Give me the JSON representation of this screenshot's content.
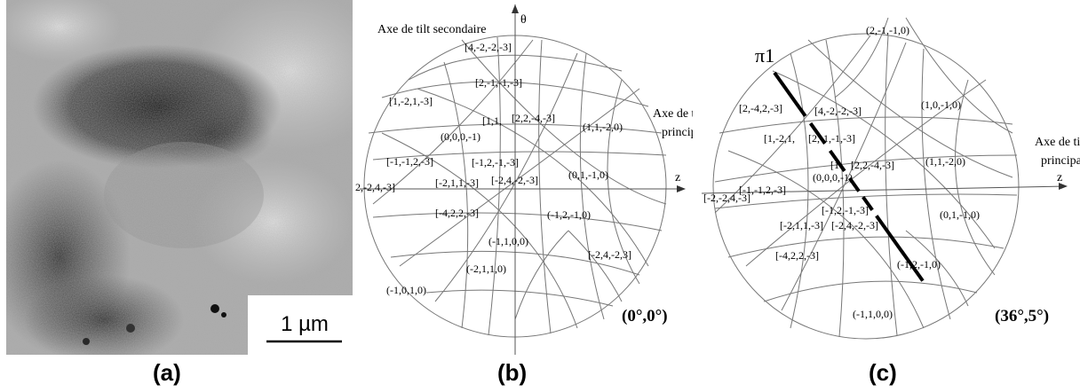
{
  "panels": {
    "a": {
      "caption": "(a)",
      "scale_bar": "1 µm"
    },
    "b": {
      "caption": "(b)",
      "angle": "(0°,0°)",
      "axis_secondary": "Axe de tilt secondaire",
      "axis_theta": "θ",
      "axis_principal_line1": "Axe de tilt",
      "axis_principal_line2": "principal",
      "axis_z": "z",
      "poles": [
        "[4,-2,-2,-3]",
        "[2,-1,-1,-3]",
        "[1,-2,1,-3]",
        "[1,1,",
        "[2,2,-4,-3]",
        "(0,0,0,-1)",
        "(1,1,-2,0)",
        "[-1,-1,2,-3]",
        "[-1,2,-1,-3]",
        "(0,1,-1,0)",
        "2,-2,4,-3]",
        "[-2,1,1,-3]",
        "[-2,4,-2,-3]",
        "[-4,2,2,-3]",
        "(-1,2,-1,0)",
        "(-1,1,0,0)",
        "[-2,4,-2,3]",
        "(-2,1,1,0)",
        "(-1,0,1,0)"
      ]
    },
    "c": {
      "caption": "(c)",
      "angle": "(36°,5°)",
      "trace_label": "π1",
      "axis_principal_line1": "Axe de tilt",
      "axis_principal_line2": "principal",
      "axis_z": "z",
      "poles": [
        "(2,-1,-1,0)",
        "[2,-4,2,-3]",
        "[4,-2,-2,-3]",
        "(1,0,-1,0)",
        "[1,-2,1,",
        "[2,-1,-1,-3]",
        "(0,0,0,-1)",
        "[1",
        "[2,2,-4,-3]",
        "(1,1,-2,0)",
        "[-2,-2,4,-3]",
        "[-1,-1,2,-3]",
        "[-1,2,-1,-3]",
        "[-2,1,1,-3]",
        "[-2,4,-2,-3]",
        "(0,1,-1,0)",
        "[-4,2,2,-3]",
        "(-1,2,-1,0)",
        "(-1,1,0,0)"
      ]
    }
  }
}
